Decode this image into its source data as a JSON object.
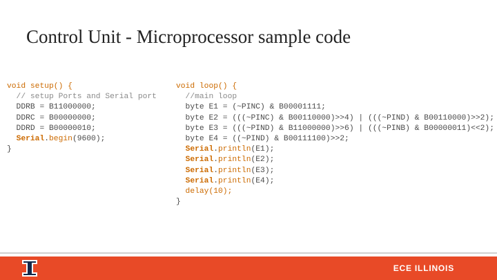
{
  "slide": {
    "title": "Control Unit - Microprocessor sample code"
  },
  "code_left": [
    [
      {
        "t": "void setup() {",
        "c": "kw"
      }
    ],
    [
      {
        "t": "  // setup Ports and Serial port",
        "c": "comment"
      }
    ],
    [
      {
        "t": "  DDRB = B11000000;",
        "c": "plain"
      }
    ],
    [
      {
        "t": "  DDRC = B00000000;",
        "c": "plain"
      }
    ],
    [
      {
        "t": "  DDRD = B00000010;",
        "c": "plain"
      }
    ],
    [
      {
        "t": "  ",
        "c": "plain"
      },
      {
        "t": "Serial",
        "c": "serial"
      },
      {
        "t": ".",
        "c": "plain"
      },
      {
        "t": "begin",
        "c": "fn"
      },
      {
        "t": "(9600);",
        "c": "plain"
      }
    ],
    [
      {
        "t": "}",
        "c": "plain"
      }
    ]
  ],
  "code_right": [
    [
      {
        "t": "void loop() {",
        "c": "kw"
      }
    ],
    [
      {
        "t": "  //main loop",
        "c": "comment"
      }
    ],
    [
      {
        "t": "  byte E1 = (~PINC) & B00001111;",
        "c": "plain"
      }
    ],
    [
      {
        "t": "  byte E2 = (((~PINC) & B00110000)>>4) | (((~PIND) & B00110000)>>2);",
        "c": "plain"
      }
    ],
    [
      {
        "t": "  byte E3 = (((~PIND) & B11000000)>>6) | (((~PINB) & B00000011)<<2);",
        "c": "plain"
      }
    ],
    [
      {
        "t": "  byte E4 = ((~PIND) & B00111100)>>2;",
        "c": "plain"
      }
    ],
    [
      {
        "t": "  ",
        "c": "plain"
      },
      {
        "t": "Serial",
        "c": "serial"
      },
      {
        "t": ".",
        "c": "plain"
      },
      {
        "t": "println",
        "c": "fn"
      },
      {
        "t": "(E1);",
        "c": "plain"
      }
    ],
    [
      {
        "t": "  ",
        "c": "plain"
      },
      {
        "t": "Serial",
        "c": "serial"
      },
      {
        "t": ".",
        "c": "plain"
      },
      {
        "t": "println",
        "c": "fn"
      },
      {
        "t": "(E2);",
        "c": "plain"
      }
    ],
    [
      {
        "t": "  ",
        "c": "plain"
      },
      {
        "t": "Serial",
        "c": "serial"
      },
      {
        "t": ".",
        "c": "plain"
      },
      {
        "t": "println",
        "c": "fn"
      },
      {
        "t": "(E3);",
        "c": "plain"
      }
    ],
    [
      {
        "t": "  ",
        "c": "plain"
      },
      {
        "t": "Serial",
        "c": "serial"
      },
      {
        "t": ".",
        "c": "plain"
      },
      {
        "t": "println",
        "c": "fn"
      },
      {
        "t": "(E4);",
        "c": "plain"
      }
    ],
    [
      {
        "t": "  delay(10);",
        "c": "fn"
      }
    ],
    [
      {
        "t": "}",
        "c": "plain"
      }
    ]
  ],
  "footer": {
    "brand": "ECE ILLINOIS",
    "logo_icon": "illinois-block-i-icon",
    "bar_color": "#e84a27",
    "logo_color": "#13294b"
  }
}
